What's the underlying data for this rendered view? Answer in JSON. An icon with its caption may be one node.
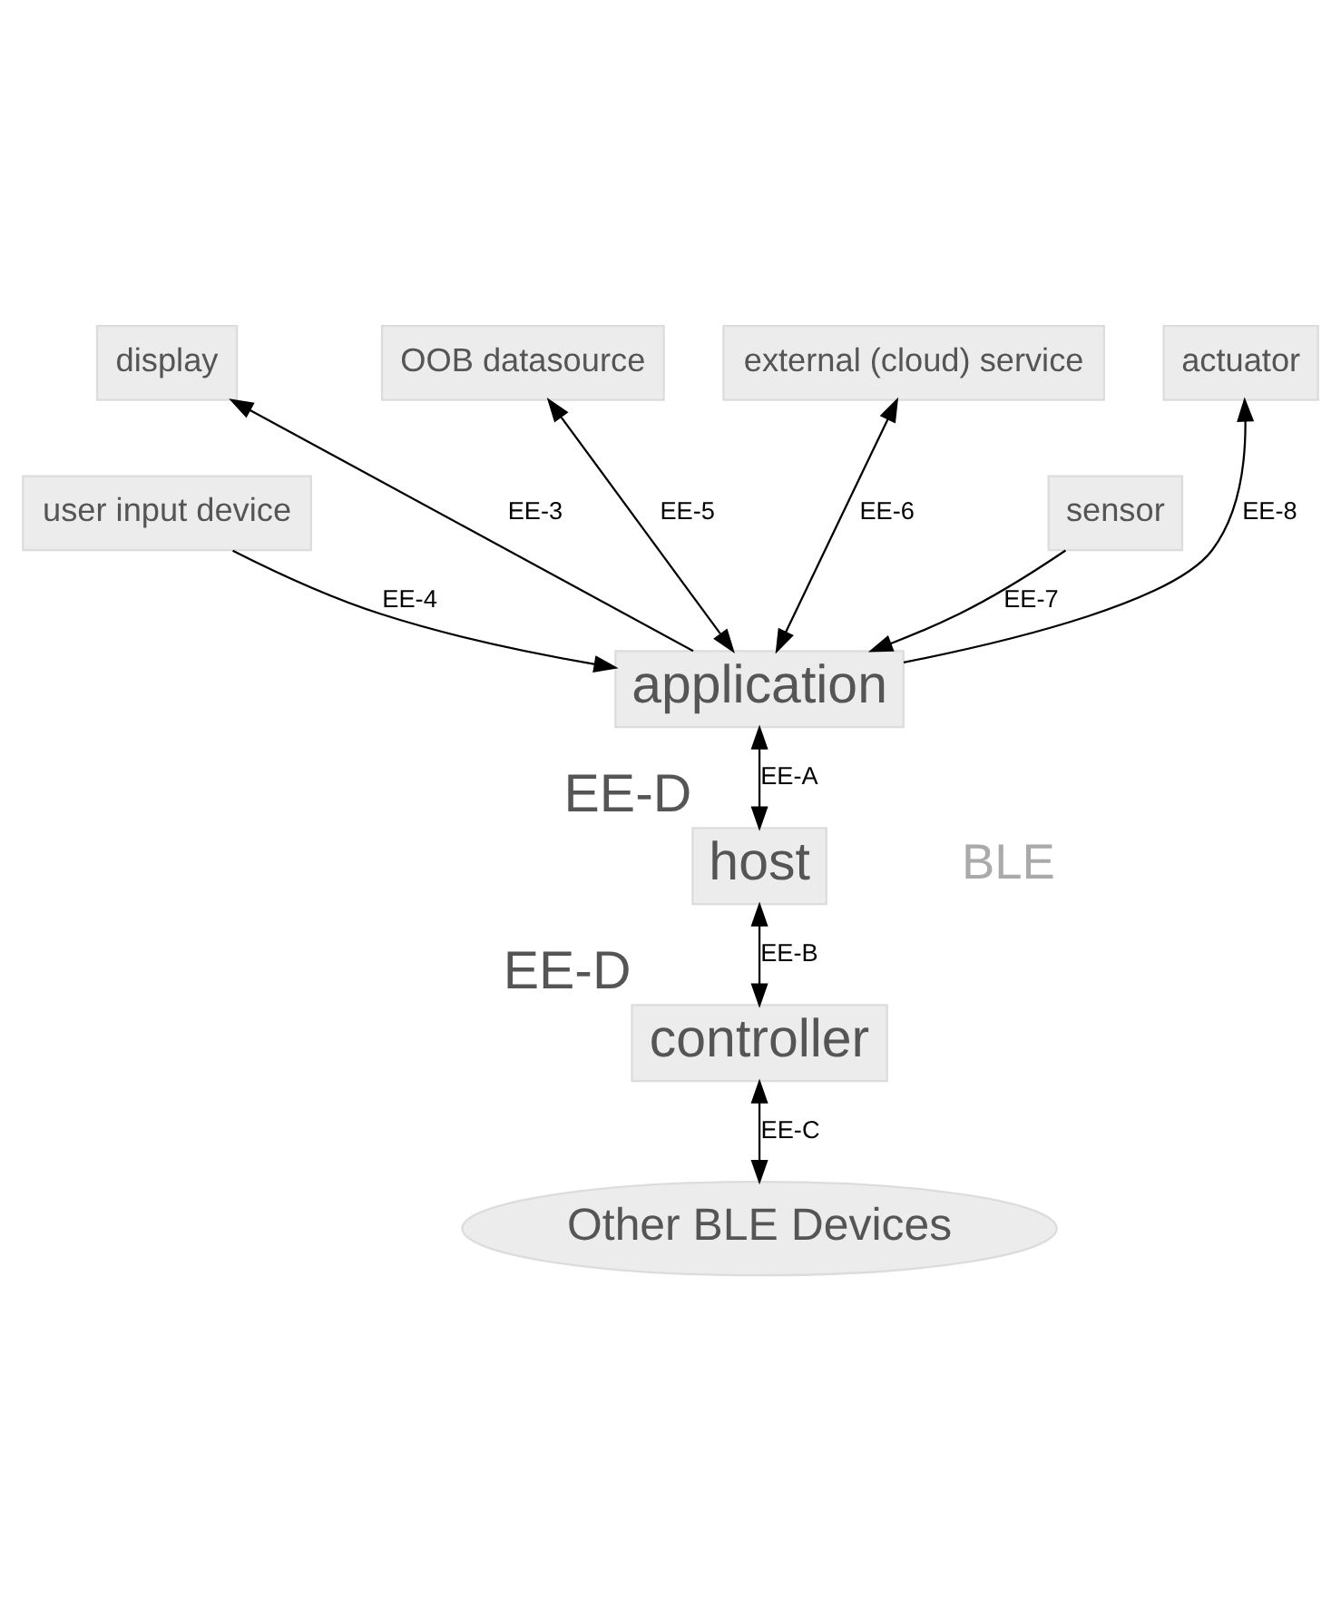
{
  "diagram": {
    "nodes": [
      {
        "text": [
          "display"
        ]
      },
      {
        "text": [
          "OOB datasource"
        ]
      },
      {
        "text": [
          "external (cloud) service"
        ]
      },
      {
        "text": [
          "actuator"
        ]
      },
      {
        "text": [
          "user input device"
        ]
      },
      {
        "text": [
          "sensor"
        ]
      },
      {
        "text": [
          "application"
        ]
      },
      {
        "text": [
          "host"
        ],
        "beside": [
          "EE-D"
        ]
      },
      {
        "text": [
          "controller"
        ],
        "beside": [
          "EE-D"
        ]
      },
      {
        "text": [
          "Other BLE Devices"
        ]
      }
    ],
    "edges": [
      {
        "from": 6,
        "to": 0,
        "arrow": "to",
        "label": "EE-3"
      },
      {
        "from": 4,
        "to": 6,
        "arrow": "to",
        "label": "EE-4"
      },
      {
        "from": 1,
        "to": 6,
        "arrow": "both",
        "label": "EE-5"
      },
      {
        "from": 2,
        "to": 6,
        "arrow": "both",
        "label": "EE-6"
      },
      {
        "from": 5,
        "to": 6,
        "arrow": "to",
        "label": "EE-7"
      },
      {
        "from": 6,
        "to": 3,
        "arrow": "to",
        "label": "EE-8"
      },
      {
        "from": 6,
        "to": 7,
        "arrow": "both",
        "label": "EE-A"
      },
      {
        "from": 7,
        "to": 8,
        "arrow": "both",
        "label": "EE-B"
      },
      {
        "from": 8,
        "to": 9,
        "arrow": "both",
        "label": "EE-C"
      }
    ],
    "labels": [
      "BLE"
    ]
  }
}
